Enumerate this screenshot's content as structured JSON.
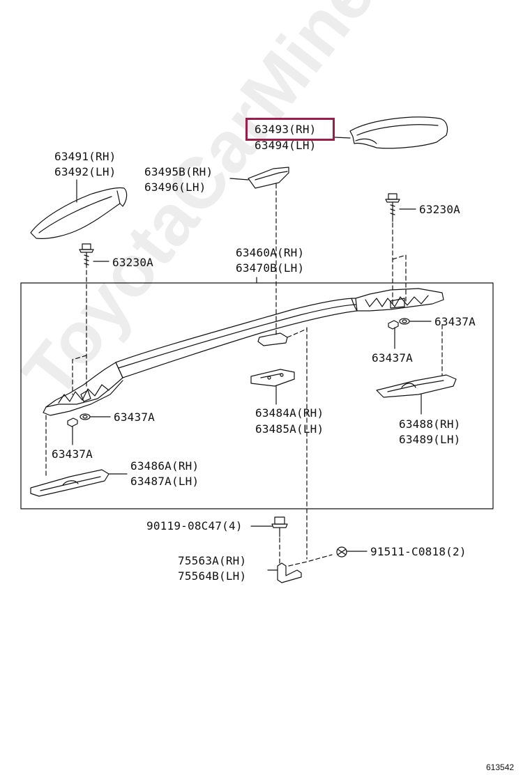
{
  "watermark": "ToyotaCarMine.ru",
  "diagram_number": "613542",
  "highlight_color": "#9b1d4a",
  "labels": {
    "p63493": "63493(RH)",
    "p63494": "63494(LH)",
    "p63491": "63491(RH)",
    "p63492": "63492(LH)",
    "p63495B": "63495B(RH)",
    "p63496": "63496(LH)",
    "p63230A_r": "63230A",
    "p63230A_l": "63230A",
    "p63460A": "63460A(RH)",
    "p63470B": "63470B(LH)",
    "p63437A_1": "63437A",
    "p63437A_2": "63437A",
    "p63437A_3": "63437A",
    "p63437A_4": "63437A",
    "p63484A": "63484A(RH)",
    "p63485A": "63485A(LH)",
    "p63488": "63488(RH)",
    "p63489": "63489(LH)",
    "p63486A": "63486A(RH)",
    "p63487A": "63487A(LH)",
    "p90119": "90119-08C47(4)",
    "p91511": "91511-C0818(2)",
    "p75563A": "75563A(RH)",
    "p75564B": "75564B(LH)"
  }
}
